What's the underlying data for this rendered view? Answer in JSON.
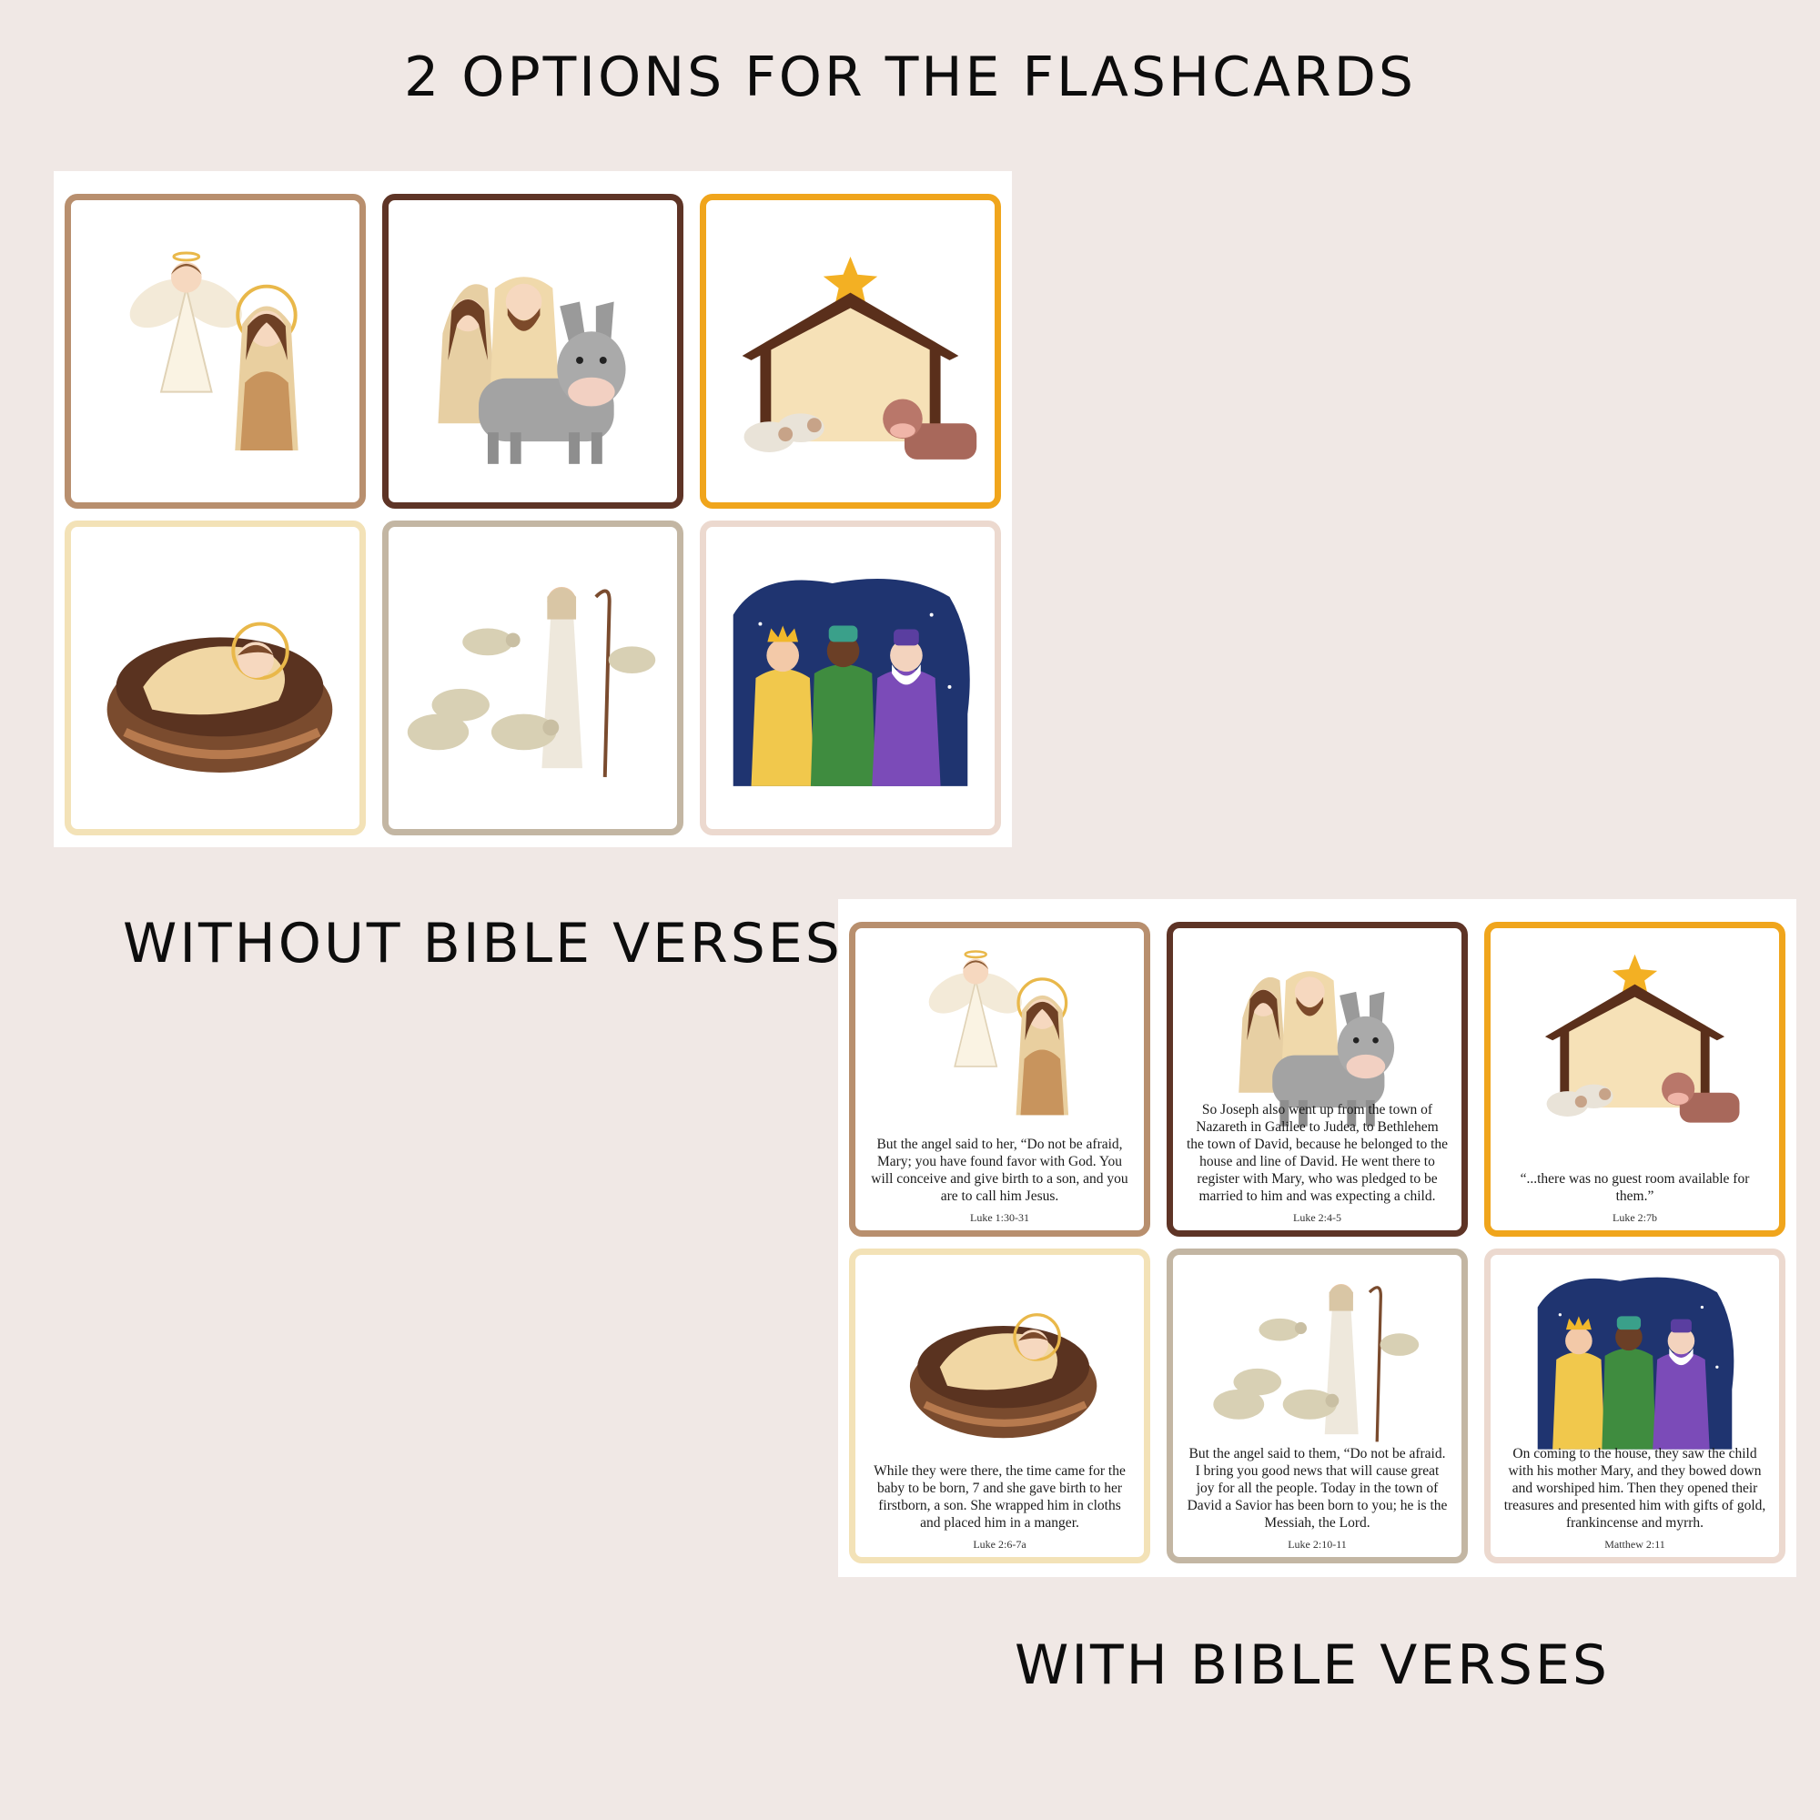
{
  "title": "2 OPTIONS  FOR THE FLASHCARDS",
  "labels": {
    "without": "WITHOUT BIBLE VERSES",
    "with": "WITH BIBLE VERSES"
  },
  "colors": {
    "background": "#f0e8e5",
    "card_borders": [
      "#b88f6e",
      "#5e3426",
      "#f0a51c",
      "#f3e2b7",
      "#c3b6a3",
      "#ecd9cf"
    ]
  },
  "cards": [
    {
      "scene": "angel-and-mary",
      "verse": "But the angel said to her, “Do not be afraid, Mary; you have found favor with God. You will conceive and give birth to a son, and you are to call him Jesus.",
      "reference": "Luke 1:30-31"
    },
    {
      "scene": "joseph-mary-donkey",
      "verse": "So Joseph also went up from the town of Nazareth in Galilee to Judea, to Bethlehem the town of David, because he belonged to the house and line of David. He went there to register with Mary, who was pledged to be married to him and was expecting a child.",
      "reference": "Luke 2:4-5"
    },
    {
      "scene": "stable-with-star",
      "verse": "“...there was no guest room available for them.”",
      "reference": "Luke 2:7b"
    },
    {
      "scene": "baby-in-manger",
      "verse": "While they were there, the time came for the baby to be born, 7 and she gave birth to her firstborn, a son. She wrapped him in cloths and placed him in a manger.",
      "reference": "Luke 2:6-7a"
    },
    {
      "scene": "shepherd-and-sheep",
      "verse": "But the angel said to them, “Do not be afraid. I bring you good news that will cause great joy for all the people. Today in the town of David a Savior has been born to you; he is the Messiah, the Lord.",
      "reference": "Luke 2:10-11"
    },
    {
      "scene": "three-wise-men",
      "verse": "On coming to the house, they saw the child with his mother Mary, and they bowed down and worshiped him. Then they opened their treasures and presented him with gifts of gold, frankincense and myrrh.",
      "reference": "Matthew 2:11"
    }
  ]
}
